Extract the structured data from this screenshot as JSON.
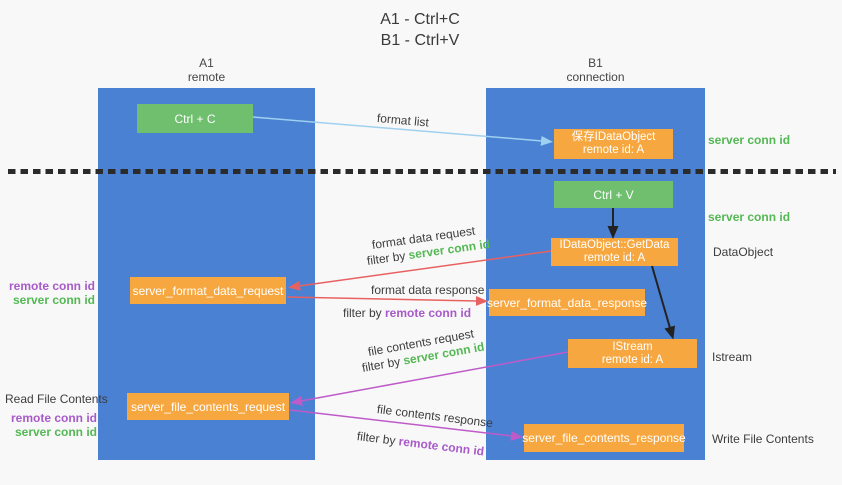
{
  "title": {
    "line1": "A1 - Ctrl+C",
    "line2": "B1 - Ctrl+V"
  },
  "lifelines": {
    "a1": {
      "title": "A1",
      "subtitle": "remote"
    },
    "b1": {
      "title": "B1",
      "subtitle": "connection"
    }
  },
  "nodes": {
    "ctrl_c": {
      "label": "Ctrl + C"
    },
    "ctrl_v": {
      "label": "Ctrl + V"
    },
    "save_dataobject": {
      "line1": "保存IDataObject",
      "line2": "remote id: A"
    },
    "getdata": {
      "line1": "IDataObject::GetData",
      "line2": "remote id: A"
    },
    "istream": {
      "line1": "IStream",
      "line2": "remote id: A"
    },
    "server_format_data_request": {
      "label": "server_format_data_request"
    },
    "server_format_data_response": {
      "label": "server_format_data_response"
    },
    "server_file_contents_request": {
      "label": "server_file_contents_request"
    },
    "server_file_contents_response": {
      "label": "server_file_contents_response"
    }
  },
  "arrow_labels": {
    "format_list": "format list",
    "format_data_request": "format data request",
    "format_data_response": "format data response",
    "file_contents_request": "file contents request",
    "file_contents_response": "file contents response",
    "filter_by": "filter by ",
    "server_conn_id": "server conn id",
    "remote_conn_id": "remote conn id"
  },
  "side_labels": {
    "right_server_conn_id_1": "server conn id",
    "right_server_conn_id_2": "server conn id",
    "dataobject": "DataObject",
    "istream": "Istream",
    "write_file_contents": "Write File Contents",
    "read_file_contents": "Read File Contents",
    "left_remote_conn_id_1": "remote conn id",
    "left_server_conn_id_1": "server conn id",
    "left_remote_conn_id_2": "remote conn id",
    "left_server_conn_id_2": "server conn id"
  },
  "colors": {
    "lifeline_blue": "#4a81d3",
    "box_green": "#6fbf6f",
    "box_orange": "#f7a740",
    "text_green": "#54b854",
    "text_purple": "#a85ac9",
    "arrow_red": "#e86161",
    "arrow_magenta": "#bf5ac9",
    "arrow_light_blue": "#9fd0f0",
    "arrow_black": "#222222",
    "separator_black": "#2b2b2b"
  }
}
